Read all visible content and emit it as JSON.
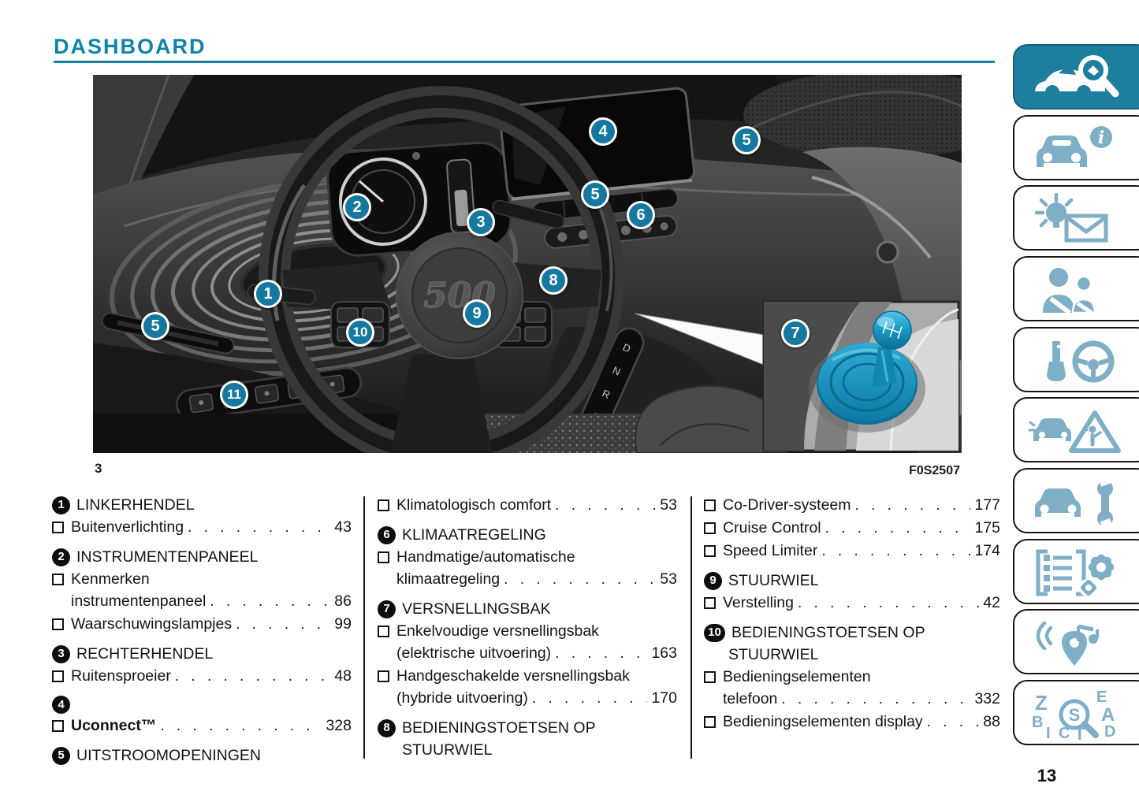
{
  "header": {
    "title": "DASHBOARD"
  },
  "figure": {
    "number": "3",
    "code": "F0S2507",
    "callouts": [
      "1",
      "2",
      "3",
      "4",
      "5",
      "5",
      "5",
      "6",
      "7",
      "8",
      "9",
      "10",
      "11"
    ]
  },
  "index": {
    "col1": [
      {
        "type": "heading",
        "badge": "1",
        "text": "LINKERHENDEL"
      },
      {
        "type": "item",
        "text": "Buitenverlichting",
        "page": "43"
      },
      {
        "type": "heading",
        "badge": "2",
        "text": "INSTRUMENTENPANEEL"
      },
      {
        "type": "item",
        "text": "Kenmerken"
      },
      {
        "type": "cont",
        "text": "instrumentenpaneel",
        "page": "86"
      },
      {
        "type": "item",
        "text": "Waarschuwingslampjes",
        "page": "99"
      },
      {
        "type": "heading",
        "badge": "3",
        "text": "RECHTERHENDEL"
      },
      {
        "type": "item",
        "text": "Ruitensproeier",
        "page": "48"
      },
      {
        "type": "heading",
        "badge": "4",
        "text": ""
      },
      {
        "type": "item",
        "text": "Uconnect™",
        "page": "328",
        "bold": true
      },
      {
        "type": "heading",
        "badge": "5",
        "text": "UITSTROOMOPENINGEN"
      }
    ],
    "col2": [
      {
        "type": "item",
        "text": "Klimatologisch comfort",
        "page": "53"
      },
      {
        "type": "heading",
        "badge": "6",
        "text": "KLIMAATREGELING"
      },
      {
        "type": "item",
        "text": "Handmatige/automatische"
      },
      {
        "type": "cont",
        "text": "klimaatregeling",
        "page": "53"
      },
      {
        "type": "heading",
        "badge": "7",
        "text": "VERSNELLINGSBAK"
      },
      {
        "type": "item",
        "text": "Enkelvoudige versnellingsbak"
      },
      {
        "type": "cont",
        "text": "(elektrische uitvoering)",
        "page": "163"
      },
      {
        "type": "item",
        "text": "Handgeschakelde versnellingsbak"
      },
      {
        "type": "cont",
        "text": "(hybride uitvoering)",
        "page": "170"
      },
      {
        "type": "heading",
        "badge": "8",
        "text": "BEDIENINGSTOETSEN OP"
      },
      {
        "type": "hcont",
        "text": "STUURWIEL"
      }
    ],
    "col3": [
      {
        "type": "item",
        "text": "Co-Driver-systeem",
        "page": "177"
      },
      {
        "type": "item",
        "text": "Cruise Control",
        "page": "175"
      },
      {
        "type": "item",
        "text": "Speed Limiter",
        "page": "174"
      },
      {
        "type": "heading",
        "badge": "9",
        "text": "STUURWIEL"
      },
      {
        "type": "item",
        "text": "Verstelling",
        "page": "42"
      },
      {
        "type": "heading",
        "badge": "10",
        "text": "BEDIENINGSTOETSEN OP"
      },
      {
        "type": "hcont",
        "text": "STUURWIEL"
      },
      {
        "type": "item",
        "text": "Bedieningselementen"
      },
      {
        "type": "cont",
        "text": "telefoon",
        "page": "332"
      },
      {
        "type": "item",
        "text": "Bedieningselementen display",
        "page": "88"
      }
    ]
  },
  "sidebar": {
    "tabs": [
      {
        "icon": "car-magnifier-icon",
        "active": true
      },
      {
        "icon": "car-info-icon",
        "active": false
      },
      {
        "icon": "warning-light-envelope-icon",
        "active": false
      },
      {
        "icon": "seatbelt-person-icon",
        "active": false
      },
      {
        "icon": "key-steering-wheel-icon",
        "active": false
      },
      {
        "icon": "emergency-triangle-icon",
        "active": false
      },
      {
        "icon": "car-wrench-icon",
        "active": false
      },
      {
        "icon": "list-gears-icon",
        "active": false
      },
      {
        "icon": "multimedia-nav-icon",
        "active": false
      },
      {
        "icon": "alphabetical-index-icon",
        "active": false
      }
    ]
  },
  "footer": {
    "page_number": "13"
  },
  "colors": {
    "accent": "#0e84a8",
    "tab_icon_blue": "#7fafc6",
    "tab_active_bg": "#1d7e9e",
    "callout_bg": "#15789e",
    "shifter_blue": "#1b9cc8"
  }
}
